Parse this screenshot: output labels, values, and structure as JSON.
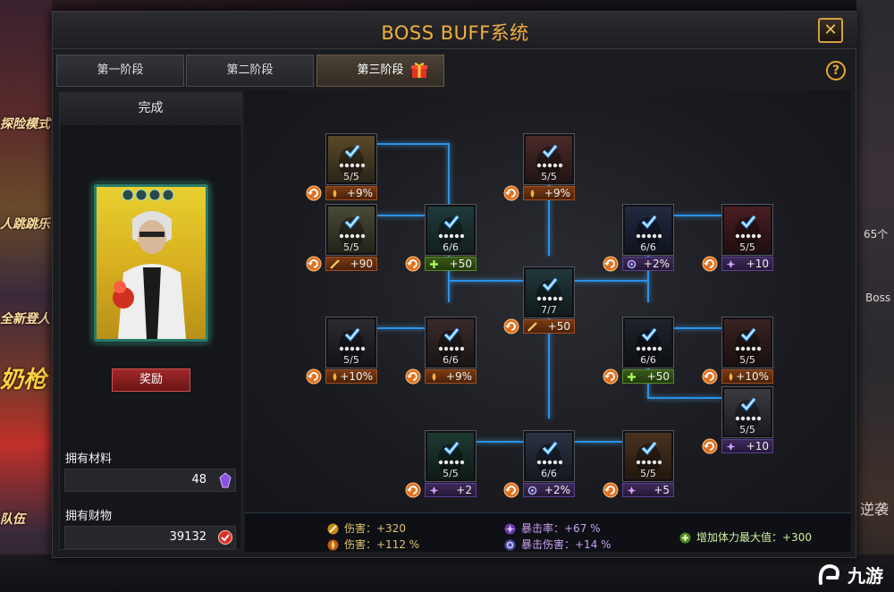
{
  "window": {
    "title": "BOSS BUFF系统",
    "close_label": "✕"
  },
  "tabs": [
    {
      "label": "第一阶段",
      "active": false
    },
    {
      "label": "第二阶段",
      "active": false
    },
    {
      "label": "第三阶段",
      "active": true
    }
  ],
  "help_label": "?",
  "left_panel": {
    "status": "完成",
    "reward_button": "奖励",
    "materials_label": "拥有材料",
    "materials_value": "48",
    "wealth_label": "拥有财物",
    "wealth_value": "39132"
  },
  "nodes": [
    {
      "level": "5/5",
      "bonus": "+9%",
      "type": "orange",
      "icon": "fire-icon"
    },
    {
      "level": "5/5",
      "bonus": "+90",
      "type": "orange",
      "icon": "sword-icon"
    },
    {
      "level": "6/6",
      "bonus": "+50",
      "type": "green",
      "icon": "health-cross-icon"
    },
    {
      "level": "5/5",
      "bonus": "+9%",
      "type": "orange",
      "icon": "fire-icon"
    },
    {
      "level": "7/7",
      "bonus": "+50",
      "type": "orange",
      "icon": "sword-icon"
    },
    {
      "level": "6/6",
      "bonus": "+2%",
      "type": "purple",
      "icon": "crit-damage-icon"
    },
    {
      "level": "5/5",
      "bonus": "+10",
      "type": "purple",
      "icon": "crit-rate-icon"
    },
    {
      "level": "5/5",
      "bonus": "+10%",
      "type": "orange",
      "icon": "fire-icon"
    },
    {
      "level": "6/6",
      "bonus": "+9%",
      "type": "orange",
      "icon": "fire-icon"
    },
    {
      "level": "6/6",
      "bonus": "+50",
      "type": "green",
      "icon": "health-cross-icon"
    },
    {
      "level": "5/5",
      "bonus": "+10%",
      "type": "orange",
      "icon": "fire-icon"
    },
    {
      "level": "5/5",
      "bonus": "+10",
      "type": "purple",
      "icon": "crit-rate-icon"
    },
    {
      "level": "5/5",
      "bonus": "+2",
      "type": "purple",
      "icon": "crit-rate-icon"
    },
    {
      "level": "6/6",
      "bonus": "+2%",
      "type": "purple",
      "icon": "crit-damage-icon"
    },
    {
      "level": "5/5",
      "bonus": "+5",
      "type": "purple",
      "icon": "crit-rate-icon"
    }
  ],
  "summary": {
    "attack": "伤害：+320",
    "damage_pct": "伤害：+112 %",
    "crit_rate": "暴击率：+67 %",
    "crit_damage": "暴击伤害：+14 %",
    "max_stamina": "增加体力最大值：+300"
  },
  "background": {
    "left_tags": [
      "探险模式",
      "人跳跳乐",
      "全新登人",
      "奶枪",
      "队伍"
    ],
    "right_tags": [
      "65个",
      "Boss",
      "逆袭"
    ]
  },
  "watermark": "九游",
  "colors": {
    "accent": "#f0b040",
    "link": "#2a9fff",
    "orange_bonus": "#7a3a12",
    "green_bonus": "#3a5a18",
    "purple_bonus": "#3e2a5a"
  }
}
